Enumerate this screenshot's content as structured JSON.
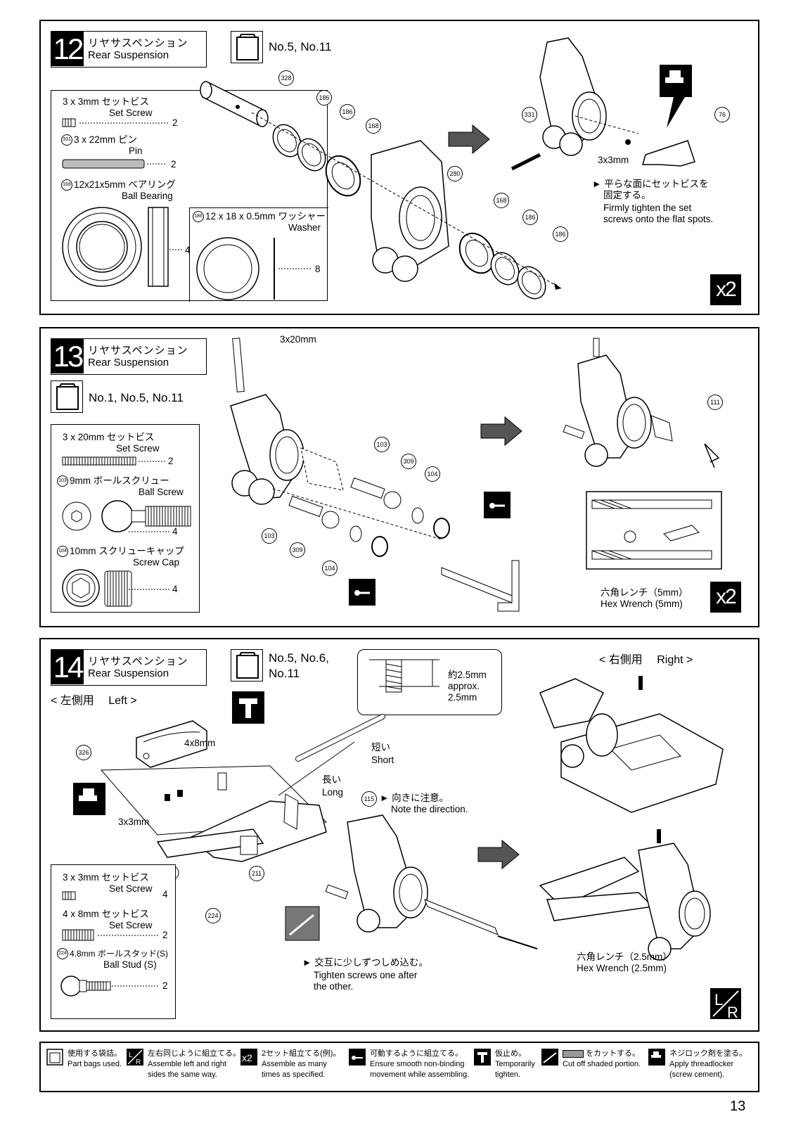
{
  "step12": {
    "number": "12",
    "title_jp": "リヤサスペンション",
    "title_en": "Rear Suspension",
    "bags": "No.5, No.11",
    "parts": [
      {
        "jp": "3 x 3mm  セットビス",
        "en": "Set Screw",
        "qty": "2"
      },
      {
        "jp": "3 x 22mm  ピン",
        "en": "Pin",
        "qty": "2",
        "num": "331"
      },
      {
        "jp": "12x21x5mm  ベアリング",
        "en": "Ball Bearing",
        "qty": "4",
        "num": "168"
      },
      {
        "jp": "12 x 18 x 0.5mm  ワッシャー",
        "en": "Washer",
        "qty": "8",
        "num": "186"
      }
    ],
    "callouts": [
      "328",
      "186",
      "186",
      "168",
      "280",
      "168",
      "186",
      "186",
      "331",
      "76"
    ],
    "screw_label": "3x3mm",
    "note_jp_1": "平らな面にセットビスを",
    "note_jp_2": "固定する。",
    "note_en_1": "Firmly tighten the set",
    "note_en_2": "screws onto the flat spots.",
    "times": "x2"
  },
  "step13": {
    "number": "13",
    "title_jp": "リヤサスペンション",
    "title_en": "Rear Suspension",
    "bags": "No.1, No.5, No.11",
    "parts": [
      {
        "jp": "3 x 20mm  セットビス",
        "en": "Set Screw",
        "qty": "2"
      },
      {
        "jp": "9mm   ボールスクリュー",
        "en": "Ball Screw",
        "qty": "4",
        "num": "103"
      },
      {
        "jp": "10mm  スクリューキャップ",
        "en": "Screw Cap",
        "qty": "4",
        "num": "104"
      }
    ],
    "callouts": [
      "103",
      "309",
      "104",
      "103",
      "309",
      "104",
      "111"
    ],
    "screw_label": "3x20mm",
    "wrench_jp": "六角レンチ（5mm）",
    "wrench_en": "Hex Wrench (5mm)",
    "times": "x2"
  },
  "step14": {
    "number": "14",
    "title_jp": "リヤサスペンション",
    "title_en": "Rear Suspension",
    "bags_1": "No.5, No.6,",
    "bags_2": "No.11",
    "left_label": "< 左側用　 Left >",
    "right_label": "< 右側用　 Right >",
    "detail_jp": "約2.5mm",
    "detail_en_1": "approx.",
    "detail_en_2": "2.5mm",
    "short_jp": "短い",
    "short_en": "Short",
    "long_jp": "長い",
    "long_en": "Long",
    "direction_jp": "向きに注意。",
    "direction_en": "Note the direction.",
    "screw_4x8": "4x8mm",
    "screw_3x3": "3x3mm",
    "parts": [
      {
        "jp": "3 x 3mm  セットビス",
        "en": "Set Screw",
        "qty": "4"
      },
      {
        "jp": "4 x 8mm  セットビス",
        "en": "Set Screw",
        "qty": "2"
      },
      {
        "jp": "4.8mm ボールスタッド(S)",
        "en": "Ball Stud (S)",
        "qty": "2",
        "num": "224"
      }
    ],
    "callouts": [
      "326",
      "115",
      "211",
      "224"
    ],
    "tighten_jp": "交互に少しずつしめ込む。",
    "tighten_en_1": "Tighten screws one after",
    "tighten_en_2": "the other.",
    "wrench_jp": "六角レンチ（2.5mm）",
    "wrench_en": "Hex Wrench (2.5mm)",
    "lr": "L/R"
  },
  "legend": [
    {
      "jp": "使用する袋詰。",
      "en_1": "Part bags used.",
      "en_2": "",
      "icon": "bag-icon"
    },
    {
      "jp": "左右同じように組立てる。",
      "en_1": "Assemble left and right",
      "en_2": "sides the same way.",
      "icon": "lr-icon"
    },
    {
      "jp": "2セット組立てる(例)。",
      "en_1": "Assemble as many",
      "en_2": "times as specified.",
      "icon": "x2-icon"
    },
    {
      "jp": "可動するように組立てる。",
      "en_1": "Ensure smooth non-binding",
      "en_2": "movement while assembling.",
      "icon": "movement-icon"
    },
    {
      "jp": "仮止め。",
      "en_1": "Temporarily",
      "en_2": "tighten.",
      "icon": "temporary-tighten-icon"
    },
    {
      "jp": "をカットする。",
      "en_1": "Cut off shaded portion.",
      "en_2": "",
      "icon": "cut-icon"
    },
    {
      "jp": "ネジロック剤を塗る。",
      "en_1": "Apply threadlocker",
      "en_2": "(screw cement).",
      "icon": "threadlocker-icon"
    }
  ],
  "page_number": "13"
}
